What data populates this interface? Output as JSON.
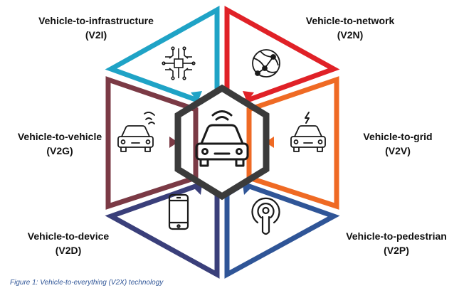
{
  "nodes": {
    "v2i": {
      "title": "Vehicle-to-infrastructure",
      "code": "(V2I)",
      "color": "#1fa3c6",
      "icon": "circuit-chip-icon"
    },
    "v2n": {
      "title": "Vehicle-to-network",
      "code": "(V2N)",
      "color": "#e02127",
      "icon": "globe-network-icon"
    },
    "v2v_left": {
      "title": "Vehicle-to-vehicle",
      "code": "(V2G)",
      "color": "#7b3a45",
      "icon": "connected-car-icon"
    },
    "v2g_right": {
      "title": "Vehicle-to-grid",
      "code": "(V2V)",
      "color": "#ef6a24",
      "icon": "electric-car-icon"
    },
    "v2d": {
      "title": "Vehicle-to-device",
      "code": "(V2D)",
      "color": "#3a3f7a",
      "icon": "smartphone-icon"
    },
    "v2p": {
      "title": "Vehicle-to-pedestrian",
      "code": "(V2P)",
      "color": "#2f5597",
      "icon": "pedestrian-location-icon"
    }
  },
  "center": {
    "color": "#3b3b3b",
    "icon": "central-connected-car-icon"
  },
  "caption": "Figure 1: Vehicle-to-everything (V2X) technology"
}
